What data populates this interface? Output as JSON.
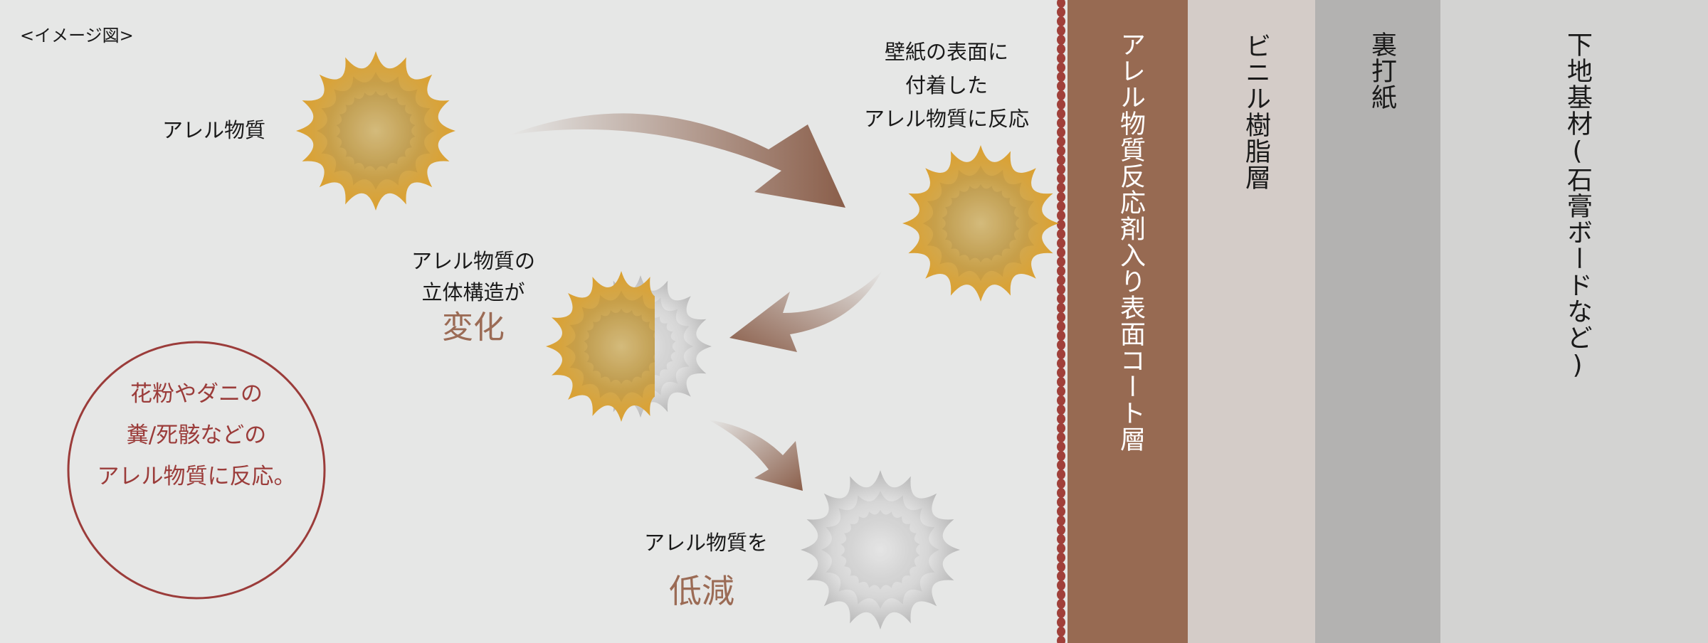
{
  "caption": "<イメージ図>",
  "labels": {
    "allergen": "アレル物質",
    "attached": [
      "壁紙の表面に",
      "付着した",
      "アレル物質に反応"
    ],
    "structure": [
      "アレル物質の",
      "立体構造が"
    ],
    "change": "変化",
    "reduce_prefix": "アレル物質を",
    "reduce": "低減"
  },
  "circle_note": [
    "花粉やダニの",
    "糞/死骸などの",
    "アレル物質に反応。"
  ],
  "layers": [
    {
      "label": "アレル物質反応剤入り表面コート層",
      "color": "#976a52"
    },
    {
      "label": "ビニル樹脂層",
      "color": "#d4ccc8"
    },
    {
      "label": "裏打紙",
      "color": "#b3b2b1"
    },
    {
      "label": "下地基材(石膏ボードなど)",
      "color": "#d3d3d2"
    }
  ],
  "colors": {
    "background": "#e6e7e6",
    "accent_text": "#9b6b55",
    "circle": "#9b3c3a",
    "dots": "#a0403a",
    "arrow": "#8a5e4a",
    "star": "#dba232"
  }
}
